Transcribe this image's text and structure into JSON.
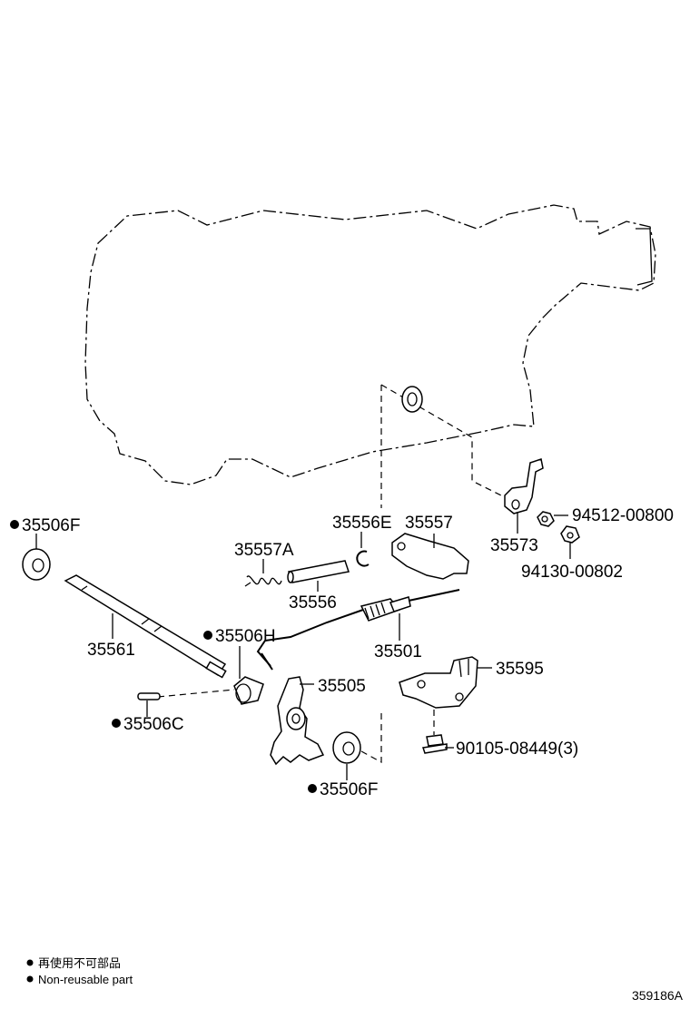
{
  "parts": {
    "seal_35506F_top": "35506F",
    "shaft_35561": "35561",
    "pin_35506C": "35506C",
    "collar_35506H": "35506H",
    "spring_35557A": "35557A",
    "pin_35556": "35556",
    "clip_35556E": "35556E",
    "lever_35557": "35557",
    "bracket_35573": "35573",
    "nut_94512": "94512-00800",
    "nut_94130": "94130-00802",
    "cable_35501": "35501",
    "lever_35505": "35505",
    "seal_35506F_bottom": "35506F",
    "bracket_35595": "35595",
    "bolt_90105": "90105-08449(3)"
  },
  "legend": {
    "japanese": "再使用不可部品",
    "english": "Non-reusable part"
  },
  "diagram_code": "359186A"
}
